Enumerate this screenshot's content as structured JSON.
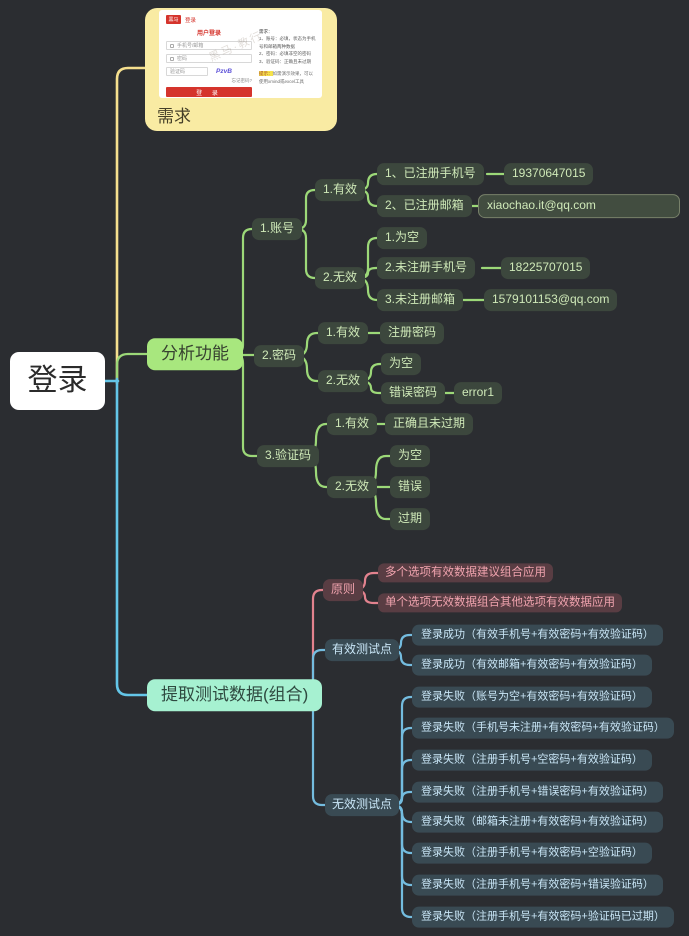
{
  "colors": {
    "background": "#2B2D31",
    "requirement_branch": "#F5DF8E",
    "analysis_branch": "#9CD878",
    "extract_branch": "#64C6E8",
    "principle_branch": "#E2828E",
    "testpoint_branch": "#74BCDF",
    "brand_red": "#D5342C"
  },
  "root": {
    "label": "登录"
  },
  "requirement": {
    "label": "需求",
    "screenshot": {
      "logo_text": "黑马",
      "nav_link": "登录",
      "form_title": "用户登录",
      "account_placeholder": "手机号/邮箱",
      "password_placeholder": "密码",
      "captcha_placeholder": "验证码",
      "captcha_code": "PzvB",
      "forgot_link": "忘记密码?",
      "login_button": "登 录",
      "watermark": "黑马·教行",
      "req_title": "需求：",
      "req_items": [
        "1、账号：必填，状态为手机号和邮箱两种数据",
        "2、密码：必填非空的密码",
        "3、验证码：正确且未过期"
      ],
      "tip_tag": "提示：",
      "tip_text": "如需演示效果，可以使用xmind或excel工具"
    }
  },
  "analysis": {
    "label": "分析功能",
    "account": {
      "label": "1.账号",
      "valid": {
        "label": "1.有效",
        "phone": {
          "label": "1、已注册手机号",
          "value": "19370647015"
        },
        "email": {
          "label": "2、已注册邮箱",
          "value": "xiaochao.it@qq.com"
        }
      },
      "invalid": {
        "label": "2.无效",
        "empty": {
          "label": "1.为空"
        },
        "phone": {
          "label": "2.未注册手机号",
          "value": "18225707015"
        },
        "email": {
          "label": "3.未注册邮箱",
          "value": "1579101153@qq.com"
        }
      }
    },
    "password": {
      "label": "2.密码",
      "valid": {
        "label": "1.有效",
        "registered": "注册密码"
      },
      "invalid": {
        "label": "2.无效",
        "empty": "为空",
        "wrong": {
          "label": "错误密码",
          "value": "error1"
        }
      }
    },
    "captcha": {
      "label": "3.验证码",
      "valid": {
        "label": "1.有效",
        "correct": "正确且未过期"
      },
      "invalid": {
        "label": "2.无效",
        "empty": "为空",
        "wrong": "错误",
        "expired": "过期"
      }
    }
  },
  "extract": {
    "label": "提取测试数据(组合)",
    "principle": {
      "label": "原则",
      "items": [
        "多个选项有效数据建议组合应用",
        "单个选项无效数据组合其他选项有效数据应用"
      ]
    },
    "valid_points": {
      "label": "有效测试点",
      "items": [
        "登录成功（有效手机号+有效密码+有效验证码）",
        "登录成功（有效邮箱+有效密码+有效验证码）"
      ]
    },
    "invalid_points": {
      "label": "无效测试点",
      "items": [
        "登录失败（账号为空+有效密码+有效验证码）",
        "登录失败（手机号未注册+有效密码+有效验证码）",
        "登录失败（注册手机号+空密码+有效验证码）",
        "登录失败（注册手机号+错误密码+有效验证码）",
        "登录失败（邮箱未注册+有效密码+有效验证码）",
        "登录失败（注册手机号+有效密码+空验证码）",
        "登录失败（注册手机号+有效密码+错误验证码）",
        "登录失败（注册手机号+有效密码+验证码已过期）"
      ]
    }
  }
}
